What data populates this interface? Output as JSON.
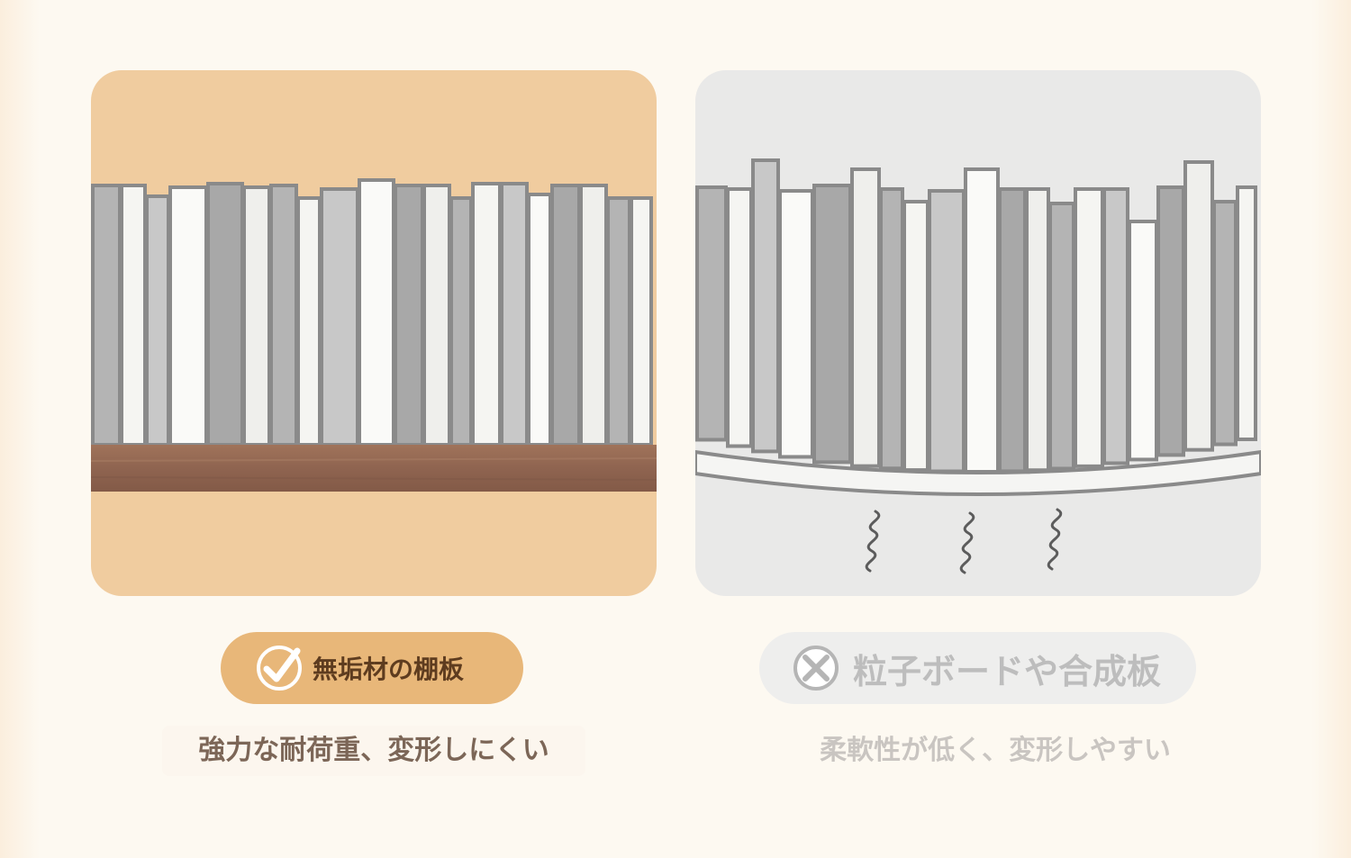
{
  "comparison": {
    "good": {
      "label": "無垢材の棚板",
      "description": "強力な耐荷重、変形しにくい",
      "icon": "check-circle-icon",
      "accent": "#e8b779",
      "panel_color": "#f0cc9f"
    },
    "bad": {
      "label": "粒子ボードや合成板",
      "description": "柔軟性が低く、変形しやすい",
      "icon": "x-circle-icon",
      "accent": "#eeeeed",
      "panel_color": "#e9e9e8"
    }
  }
}
